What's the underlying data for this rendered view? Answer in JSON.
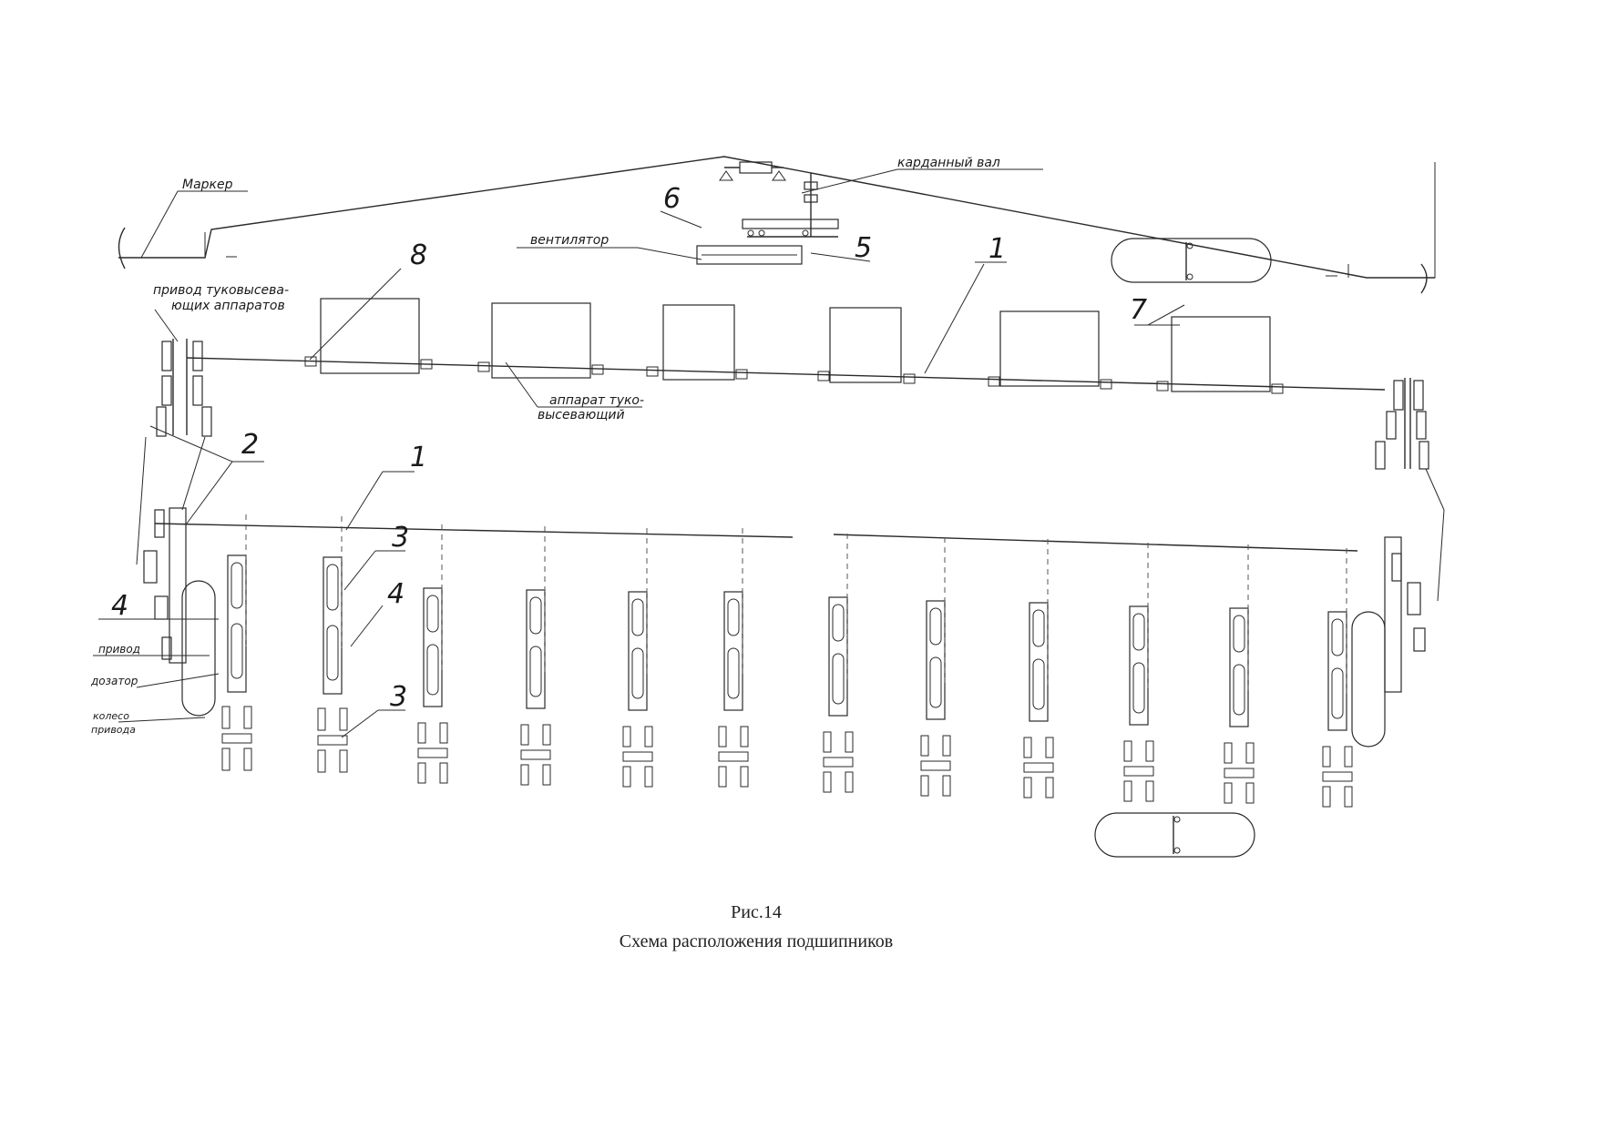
{
  "labels": {
    "marker": "Маркер",
    "cardan_shaft": "карданный вал",
    "fan": "вентилятор",
    "fert_drive_line1": "привод туковысева-",
    "fert_drive_line2": "ющих аппаратов",
    "fert_apparatus_line1": "аппарат туко-",
    "fert_apparatus_line2": "высевающий",
    "drive": "привод",
    "dispenser": "дозатор",
    "drive_wheel_line1": "колесо",
    "drive_wheel_line2": "привода"
  },
  "callouts": {
    "n1": "1",
    "n2": "2",
    "n3": "3",
    "n4": "4",
    "n5": "5",
    "n6": "6",
    "n7": "7",
    "n8": "8"
  },
  "caption": {
    "figure": "Рис.14",
    "title": "Схема расположения подшипников"
  }
}
